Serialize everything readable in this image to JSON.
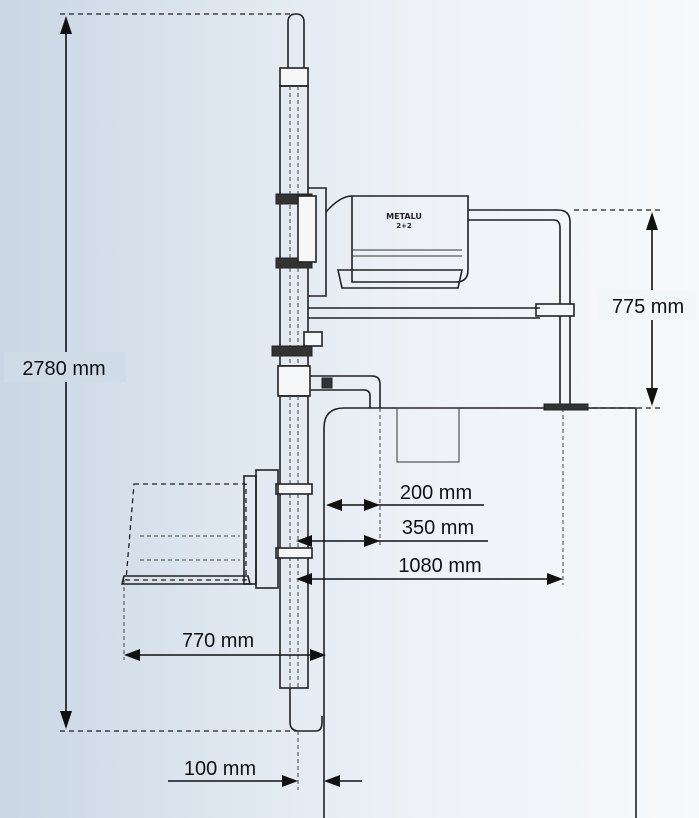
{
  "dimensions": {
    "total_height": "2780 mm",
    "arm_height": "775 mm",
    "offset_200": "200 mm",
    "offset_350": "350 mm",
    "reach_1080": "1080 mm",
    "reach_770": "770 mm",
    "base_100": "100 mm"
  },
  "bin_logo": {
    "brand": "METALU",
    "model": "2+2"
  }
}
